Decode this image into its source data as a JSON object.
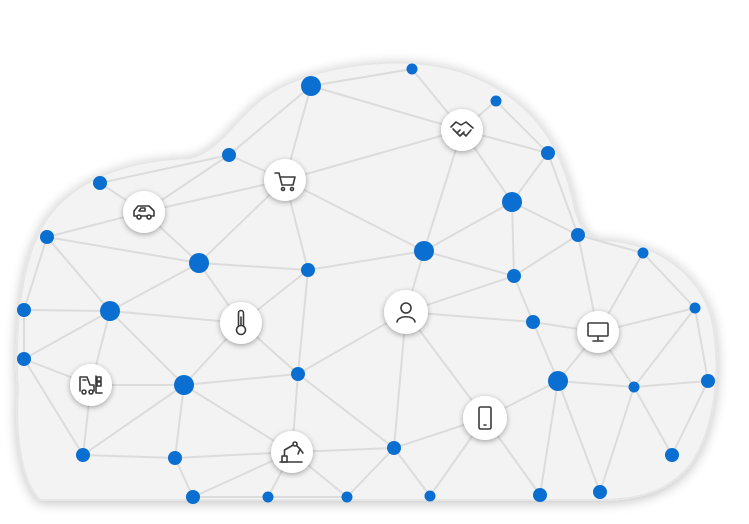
{
  "diagram": {
    "colors": {
      "background": "#ffffff",
      "cloud_fill": "#f3f3f3",
      "cloud_edge": "#e6e6e6",
      "link": "#dcdcdc",
      "node": "#0a6fd1",
      "icon_circle": "#ffffff",
      "icon_stroke": "#3a3a3a"
    },
    "icons": [
      {
        "id": "cart",
        "name": "shopping-cart-icon"
      },
      {
        "id": "car",
        "name": "car-icon"
      },
      {
        "id": "handshake",
        "name": "handshake-icon"
      },
      {
        "id": "thermo",
        "name": "thermometer-icon"
      },
      {
        "id": "user",
        "name": "user-icon"
      },
      {
        "id": "monitor",
        "name": "desktop-computer-icon"
      },
      {
        "id": "forklift",
        "name": "forklift-icon"
      },
      {
        "id": "phone",
        "name": "smartphone-icon"
      },
      {
        "id": "robot",
        "name": "robotic-arm-icon"
      }
    ]
  }
}
